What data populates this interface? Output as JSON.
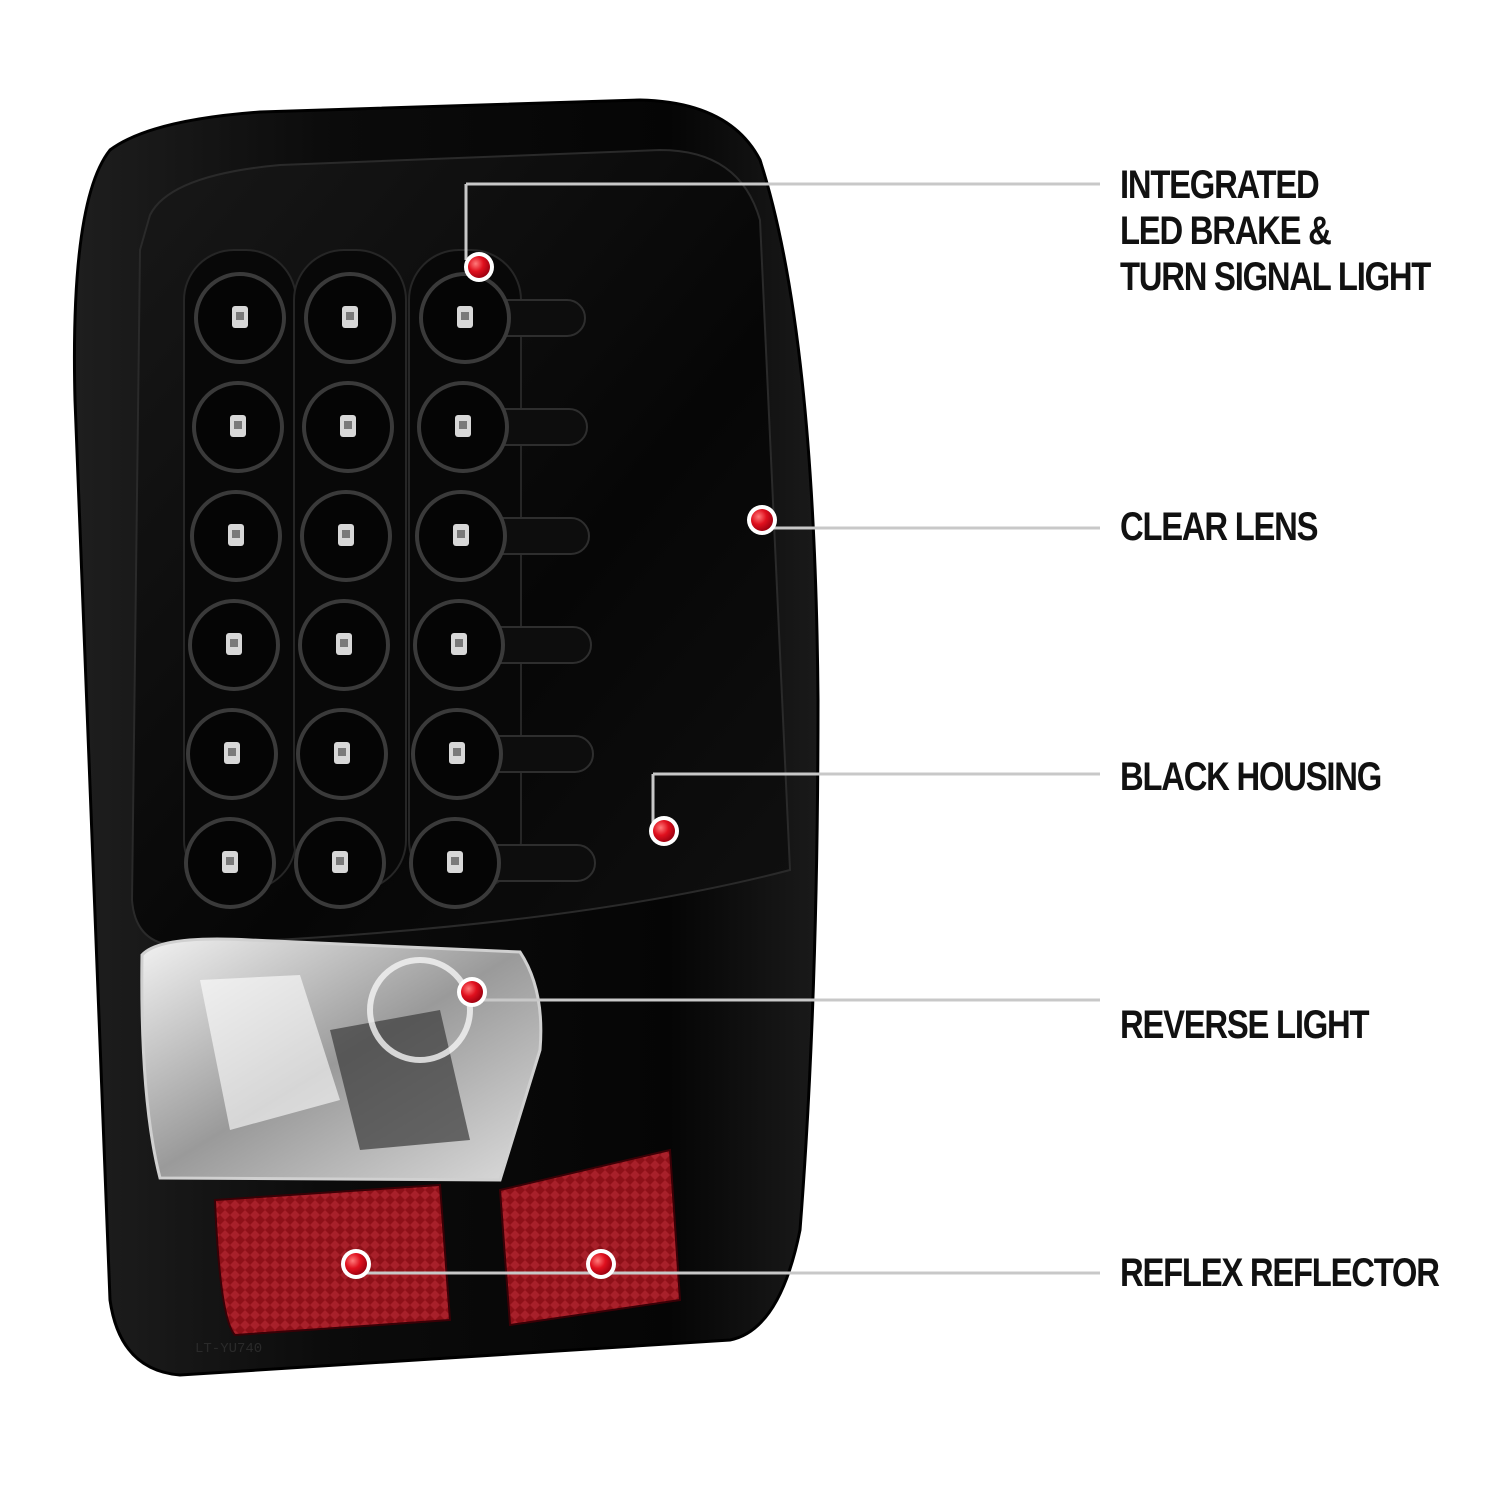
{
  "colors": {
    "background": "#ffffff",
    "label_text": "#111111",
    "leader_line": "#c8c8c8",
    "marker_dot": "#e0101e",
    "housing": "#0a0a0a",
    "reflector": "#8e1018"
  },
  "callouts": [
    {
      "lines": [
        "INTEGRATED",
        "LED BRAKE &",
        "TURN SIGNAL LIGHT"
      ]
    },
    {
      "lines": [
        "CLEAR LENS"
      ]
    },
    {
      "lines": [
        "BLACK HOUSING"
      ]
    },
    {
      "lines": [
        "REVERSE LIGHT"
      ]
    },
    {
      "lines": [
        "REFLEX REFLECTOR"
      ]
    }
  ],
  "lamp": {
    "led_rows": 6,
    "led_columns": 3,
    "part_number_text": "LT-YU740"
  }
}
